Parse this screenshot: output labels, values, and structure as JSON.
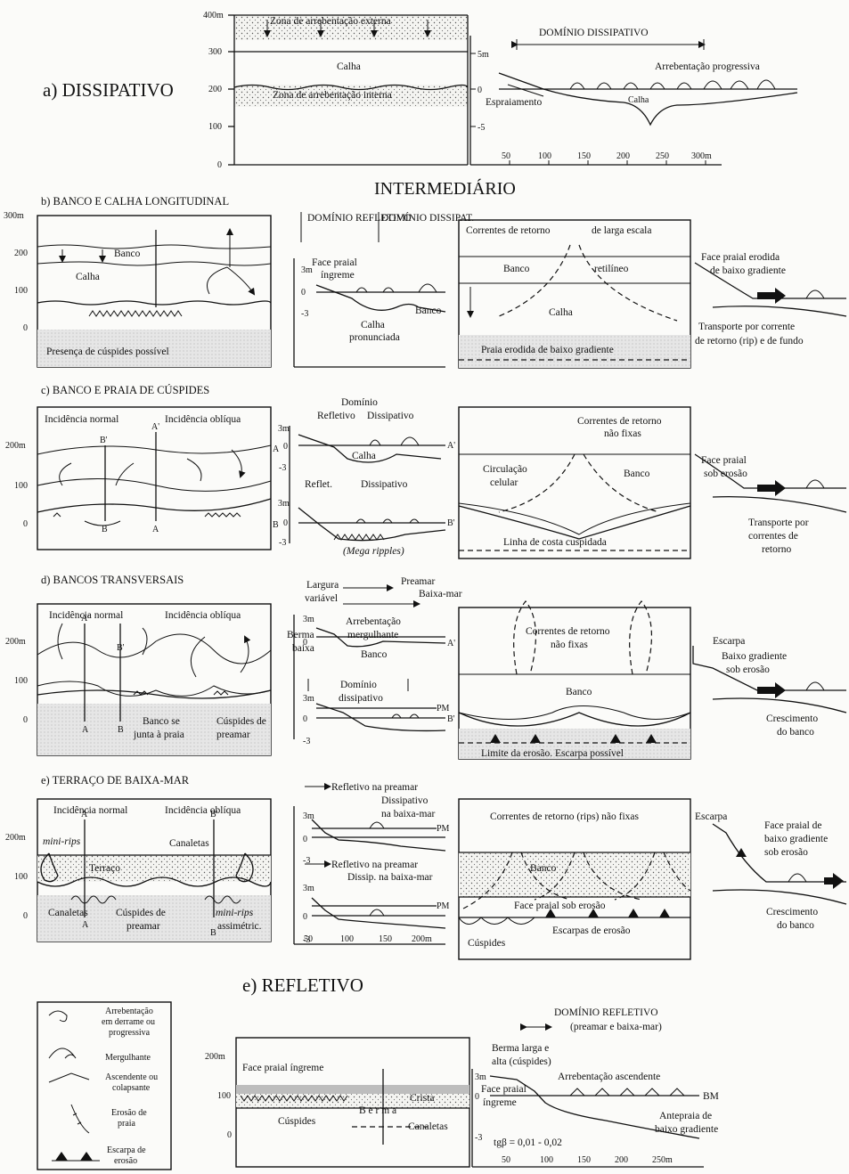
{
  "sections": {
    "a": {
      "title": "a) DISSIPATIVO",
      "plan": {
        "y_ticks": [
          "400m",
          "300",
          "200",
          "100",
          "0"
        ],
        "outer_zone": "Zona de arrebentação externa",
        "trough": "Calha",
        "inner_zone": "Zona de arrebentação interna"
      },
      "profile": {
        "domain": "DOMÍNIO DISSIPATIVO",
        "y_ticks": [
          "5m",
          "0",
          "-5"
        ],
        "progressive": "Arrebentação progressiva",
        "swash": "Espraiamento",
        "trough": "Calha",
        "x_ticks": [
          "50",
          "100",
          "150",
          "200",
          "250",
          "300m"
        ]
      }
    },
    "intermediate_header": "INTERMEDIÁRIO",
    "b": {
      "title": "b) BANCO E CALHA LONGITUDINAL",
      "plan": {
        "y_ticks": [
          "300m",
          "200",
          "100",
          "0"
        ],
        "bar": "Banco",
        "trough": "Calha",
        "cusps": "Presença de cúspides possível"
      },
      "profile": {
        "dom_reflective": "DOMÍNIO REFLETIVO",
        "dom_dissipative": "DOMÍNIO DISSIPAT.",
        "face_line1": "Face praial",
        "face_line2": "íngreme",
        "y_ticks": [
          "3m",
          "0",
          "-3"
        ],
        "bar": "Banco",
        "trough_line1": "Calha",
        "trough_line2": "pronunciada"
      },
      "detail": {
        "rip_left": "Correntes de retorno",
        "rip_right": "de larga escala",
        "bar": "Banco",
        "rectilinear": "retilíneo",
        "trough": "Calha",
        "beach": "Praia erodida de baixo gradiente"
      },
      "side": {
        "face_line1": "Face praial erodida",
        "face_line2": "de baixo gradiente",
        "transport_line1": "Transporte por corrente",
        "transport_line2": "de retorno (rip) e de fundo"
      }
    },
    "c": {
      "title": "c) BANCO E PRAIA DE CÚSPIDES",
      "plan": {
        "normal": "Incidência normal",
        "oblique": "Incidência oblíqua",
        "y_ticks": [
          "200m",
          "100",
          "0"
        ],
        "markers": [
          "B'",
          "A'",
          "A",
          "B"
        ]
      },
      "profile": {
        "domain": "Domínio",
        "reflective": "Refletivo",
        "dissipative": "Dissipativo",
        "y_ticks_top": [
          "3m",
          "0",
          "-3"
        ],
        "trough": "Calha",
        "reflect_short": "Reflet.",
        "dissipative_b": "Dissipativo",
        "y_ticks_bottom": [
          "3m",
          "0",
          "-3"
        ],
        "mega": "(Mega ripples)",
        "end_top": "A'",
        "end_top_left": "A",
        "end_bottom": "B'",
        "end_bottom_left": "B"
      },
      "detail": {
        "rip_line1": "Correntes de retorno",
        "rip_line2": "não fixas",
        "cell_line1": "Circulação",
        "cell_line2": "celular",
        "bar": "Banco",
        "coast": "Linha de costa cuspidada"
      },
      "side": {
        "face_line1": "Face praial",
        "face_line2": "sob erosão",
        "transport_line1": "Transporte por",
        "transport_line2": "correntes de",
        "transport_line3": "retorno"
      }
    },
    "d": {
      "title": "d) BANCOS TRANSVERSAIS",
      "plan": {
        "normal": "Incidência normal",
        "oblique": "Incidência oblíqua",
        "y_ticks": [
          "200m",
          "100",
          "0"
        ],
        "bar_joins_line1": "Banco se",
        "bar_joins_line2": "junta à praia",
        "cusps_line1": "Cúspides de",
        "cusps_line2": "preamar",
        "markers": [
          "A'",
          "B'",
          "A",
          "B"
        ]
      },
      "profile": {
        "width_line1": "Largura",
        "width_line2": "variável",
        "high_tide": "Preamar",
        "low_tide": "Baixa-mar",
        "berm_line1": "Berma",
        "berm_line2": "baixa",
        "plunging_line1": "Arrebentação",
        "plunging_line2": "mergulhante",
        "bar": "Banco",
        "end_top": "A'",
        "y_ticks_top": [
          "3m",
          "0"
        ],
        "domain_line1": "Domínio",
        "domain_line2": "dissipativo",
        "pm": "PM",
        "end_bottom": "B'",
        "y_ticks_bottom": [
          "3m",
          "0",
          "-3"
        ]
      },
      "detail": {
        "rip_line1": "Correntes de retorno",
        "rip_line2": "não fixas",
        "bar": "Banco",
        "limit": "Limite da erosão. Escarpa possível"
      },
      "side": {
        "scarp": "Escarpa",
        "gradient_line1": "Baixo gradiente",
        "gradient_line2": "sob erosão",
        "growth_line1": "Crescimento",
        "growth_line2": "do banco"
      }
    },
    "e_terrace": {
      "title": "e) TERRAÇO DE BAIXA-MAR",
      "plan": {
        "normal": "Incidência normal",
        "oblique": "Incidência oblíqua",
        "mini_rips": "mini-rips",
        "channels": "Canaletas",
        "terrace": "Terraço",
        "y_ticks": [
          "200m",
          "100",
          "0"
        ],
        "channels_bottom": "Canaletas",
        "cusps_line1": "Cúspides de",
        "cusps_line2": "preamar",
        "mini_rips_bottom_line1": "mini-rips",
        "mini_rips_bottom_line2": "assimétric.",
        "markers": [
          "A'",
          "B'",
          "A",
          "B"
        ]
      },
      "profile": {
        "refl_high": "Refletivo na preamar",
        "diss_low_line1": "Dissipativo",
        "diss_low_line2": "na baixa-mar",
        "pm": "PM",
        "y_ticks_top": [
          "3m",
          "0",
          "-3"
        ],
        "refl_high2": "Refletivo na preamar",
        "diss_low2": "Dissip. na baixa-mar",
        "pm2": "PM",
        "y_ticks_bottom": [
          "3m",
          "0",
          "-3"
        ],
        "x_ticks": [
          "50",
          "100",
          "150",
          "200m"
        ]
      },
      "detail": {
        "rips": "Correntes de retorno (rips) não fixas",
        "bar": "Banco",
        "face": "Face praial sob erosão",
        "cusps": "Cúspides",
        "scarps": "Escarpas de erosão"
      },
      "side": {
        "scarp": "Escarpa",
        "face_line1": "Face praial de",
        "face_line2": "baixo gradiente",
        "face_line3": "sob erosão",
        "growth_line1": "Crescimento",
        "growth_line2": "do banco"
      }
    },
    "f": {
      "title": "e) REFLETIVO",
      "legend": {
        "spilling_line1": "Arrebentação",
        "spilling_line2": "em derrame ou",
        "spilling_line3": "progressiva",
        "plunging": "Mergulhante",
        "surging_line1": "Ascendente ou",
        "surging_line2": "colapsante",
        "erosion_line1": "Erosão de",
        "erosion_line2": "praia",
        "scarp_line1": "Escarpa de",
        "scarp_line2": "erosão"
      },
      "plan": {
        "y_ticks": [
          "200m",
          "100",
          "0"
        ],
        "face": "Face praial íngreme",
        "crest": "Crista",
        "berm": "B e r m a",
        "cusps": "Cúspides",
        "channels": "Canaletas"
      },
      "profile": {
        "domain_line1": "DOMÍNIO REFLETIVO",
        "domain_line2": "(preamar e baixa-mar)",
        "berm_line1": "Berma larga e",
        "berm_line2": "alta (cúspides)",
        "surging": "Arrebentação ascendente",
        "face_line1": "Face praial",
        "face_line2": "íngreme",
        "bm": "BM",
        "shoreface_line1": "Antepraia de",
        "shoreface_line2": "baixo gradiente",
        "slope": "tgβ = 0,01 - 0,02",
        "y_ticks": [
          "3m",
          "0",
          "-3"
        ],
        "x_ticks": [
          "50",
          "100",
          "150",
          "200",
          "250m"
        ]
      }
    }
  }
}
